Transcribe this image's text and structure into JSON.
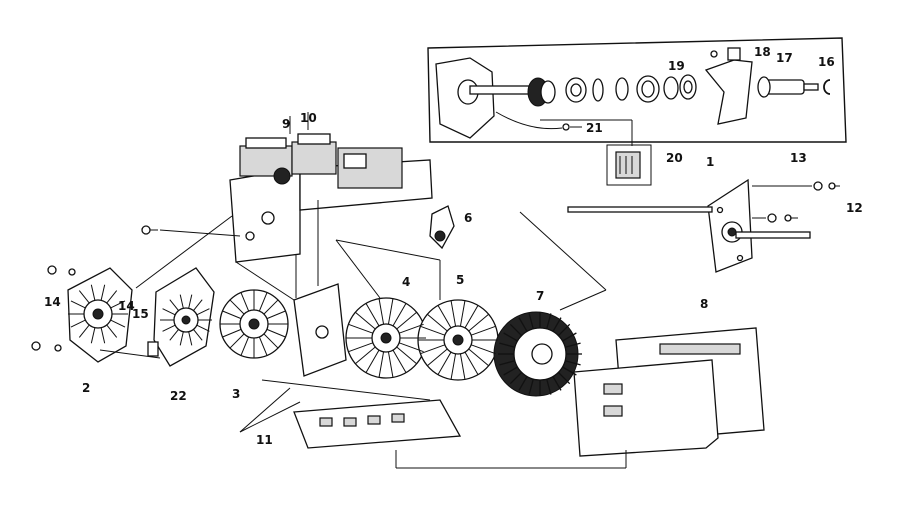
{
  "labels": {
    "l1": "1",
    "l2": "2",
    "l3": "3",
    "l4": "4",
    "l5": "5",
    "l6": "6",
    "l7": "7",
    "l8": "8",
    "l9": "9",
    "l10": "10",
    "l11": "11",
    "l12": "12",
    "l13": "13",
    "l14a": "14",
    "l14b": "14",
    "l15": "15",
    "l16": "16",
    "l17": "17",
    "l18": "18",
    "l19": "19",
    "l20": "20",
    "l21": "21",
    "l22": "22"
  }
}
